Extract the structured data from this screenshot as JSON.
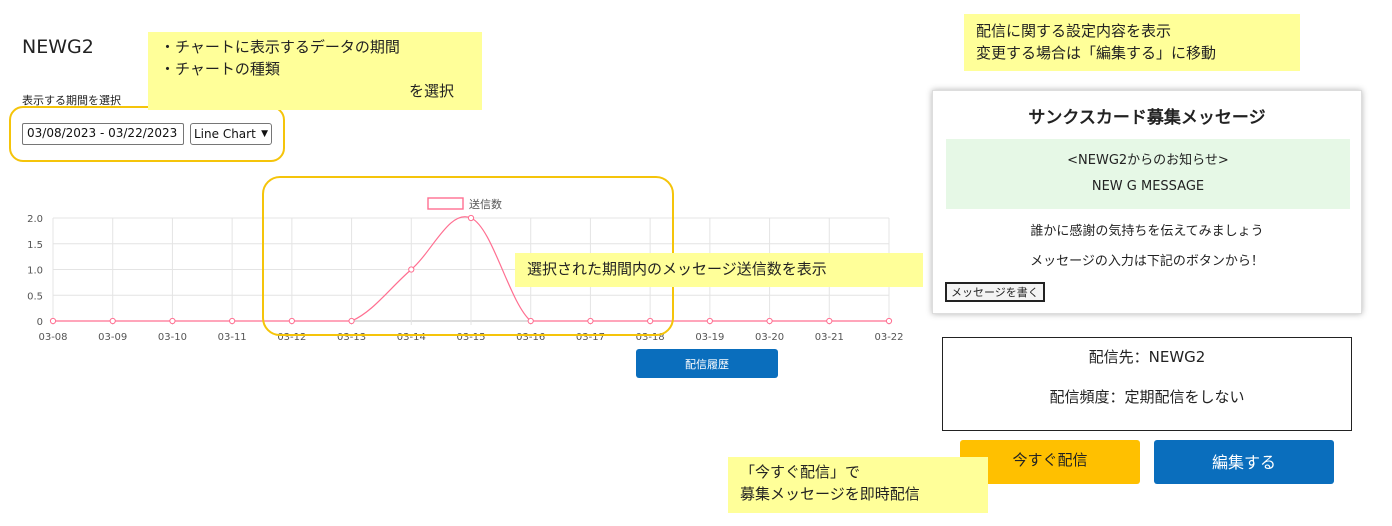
{
  "page": {
    "title": "NEWG2"
  },
  "period": {
    "label": "表示する期間を選択",
    "date_range": "03/08/2023 - 03/22/2023",
    "chart_type": "Line Chart"
  },
  "notes": {
    "chart_lines": [
      "・チャートに表示するデータの期間",
      "・チャートの種類",
      "を選択"
    ],
    "send_count": "選択された期間内のメッセージ送信数を表示",
    "settings_lines": [
      "配信に関する設定内容を表示",
      "変更する場合は「編集する」に移動"
    ],
    "send_now_lines": [
      "「今すぐ配信」で",
      "募集メッセージを即時配信"
    ]
  },
  "chart_data": {
    "type": "line",
    "categories": [
      "03-08",
      "03-09",
      "03-10",
      "03-11",
      "03-12",
      "03-13",
      "03-14",
      "03-15",
      "03-16",
      "03-17",
      "03-18",
      "03-19",
      "03-20",
      "03-21",
      "03-22"
    ],
    "series": [
      {
        "name": "送信数",
        "values": [
          0,
          0,
          0,
          0,
          0,
          0,
          1,
          2,
          0,
          0,
          0,
          0,
          0,
          0,
          0
        ]
      }
    ],
    "ylim": [
      0,
      2
    ],
    "yticks": [
      "0",
      "0.5",
      "1.0",
      "1.5",
      "2.0"
    ],
    "grid": true,
    "legend": "top",
    "color": "#ff6f91"
  },
  "history_button": "配信履歴",
  "card": {
    "title": "サンクスカード募集メッセージ",
    "msg_line1": "<NEWG2からのお知らせ>",
    "msg_line2": "NEW G MESSAGE",
    "line1": "誰かに感謝の気持ちを伝えてみましょう",
    "line2": "メッセージの入力は下記のボタンから！",
    "write_button": "メッセージを書く"
  },
  "delivery": {
    "destination": "配信先：NEWG2",
    "frequency": "配信頻度：定期配信をしない"
  },
  "buttons": {
    "send_now": "今すぐ配信",
    "edit": "編集する"
  },
  "colors": {
    "note_bg": "#ffff99",
    "highlight": "#f5c40a",
    "primary": "#0a6ebd",
    "send_now": "#ffc000",
    "message_bg": "#e6f8e6"
  }
}
